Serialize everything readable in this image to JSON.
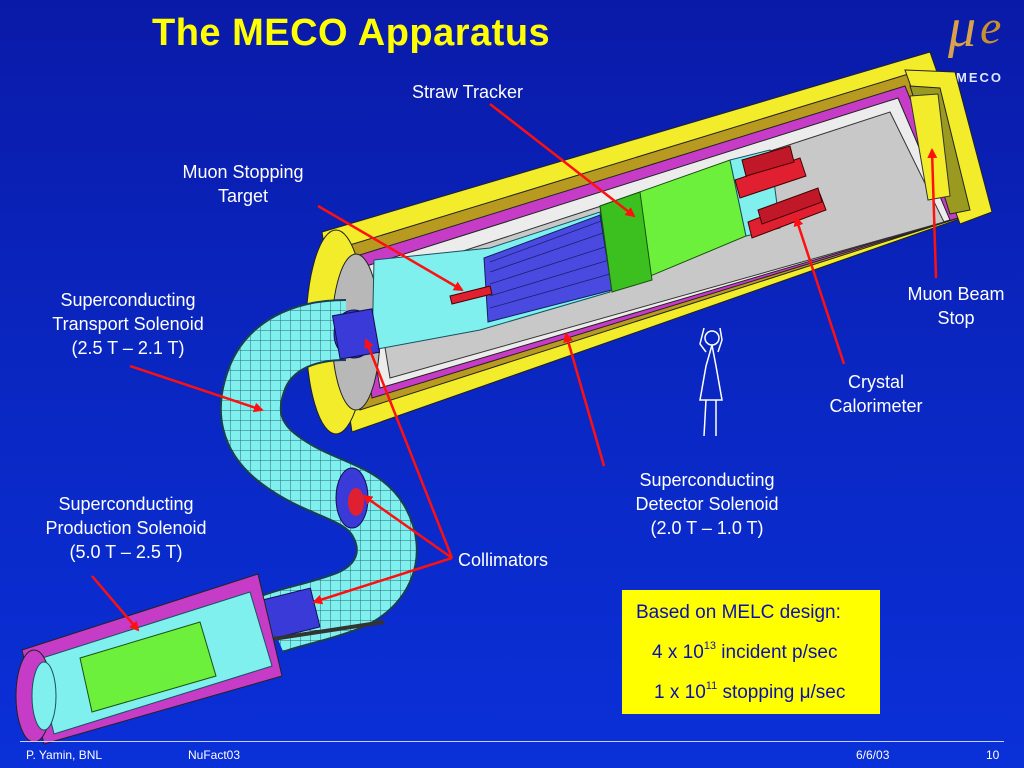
{
  "slide": {
    "title": "The MECO Apparatus",
    "logo_text": "MECO"
  },
  "labels": {
    "straw_tracker": "Straw Tracker",
    "muon_stopping_target_1": "Muon Stopping",
    "muon_stopping_target_2": "Target",
    "transport_solenoid_1": "Superconducting",
    "transport_solenoid_2": "Transport Solenoid",
    "transport_solenoid_3": "(2.5 T – 2.1 T)",
    "production_solenoid_1": "Superconducting",
    "production_solenoid_2": "Production Solenoid",
    "production_solenoid_3": "(5.0 T – 2.5 T)",
    "detector_solenoid_1": "Superconducting",
    "detector_solenoid_2": "Detector Solenoid",
    "detector_solenoid_3": "(2.0 T – 1.0 T)",
    "collimators": "Collimators",
    "crystal_calorimeter_1": "Crystal",
    "crystal_calorimeter_2": "Calorimeter",
    "muon_beam_stop_1": "Muon Beam",
    "muon_beam_stop_2": "Stop"
  },
  "infobox": {
    "line1": "Based on MELC design:",
    "line2_pre": "4 x 10",
    "line2_exp": "13",
    "line2_post": " incident p/sec",
    "line3_pre": "1 x 10",
    "line3_exp": "11",
    "line3_post": " stopping μ/sec"
  },
  "footer": {
    "author": "P. Yamin, BNL",
    "event": "NuFact03",
    "date": "6/6/03",
    "page": "10"
  },
  "colors": {
    "title": "#ffff00",
    "arrow": "#ff1010",
    "outer_cryostat": "#f2ec2a",
    "inner_shield": "#c63cc6",
    "solenoid_coil": "#7ff0ee",
    "tracker": "#6cf03c",
    "calorimeter": "#e02030",
    "collimator": "#3a3ad8"
  }
}
